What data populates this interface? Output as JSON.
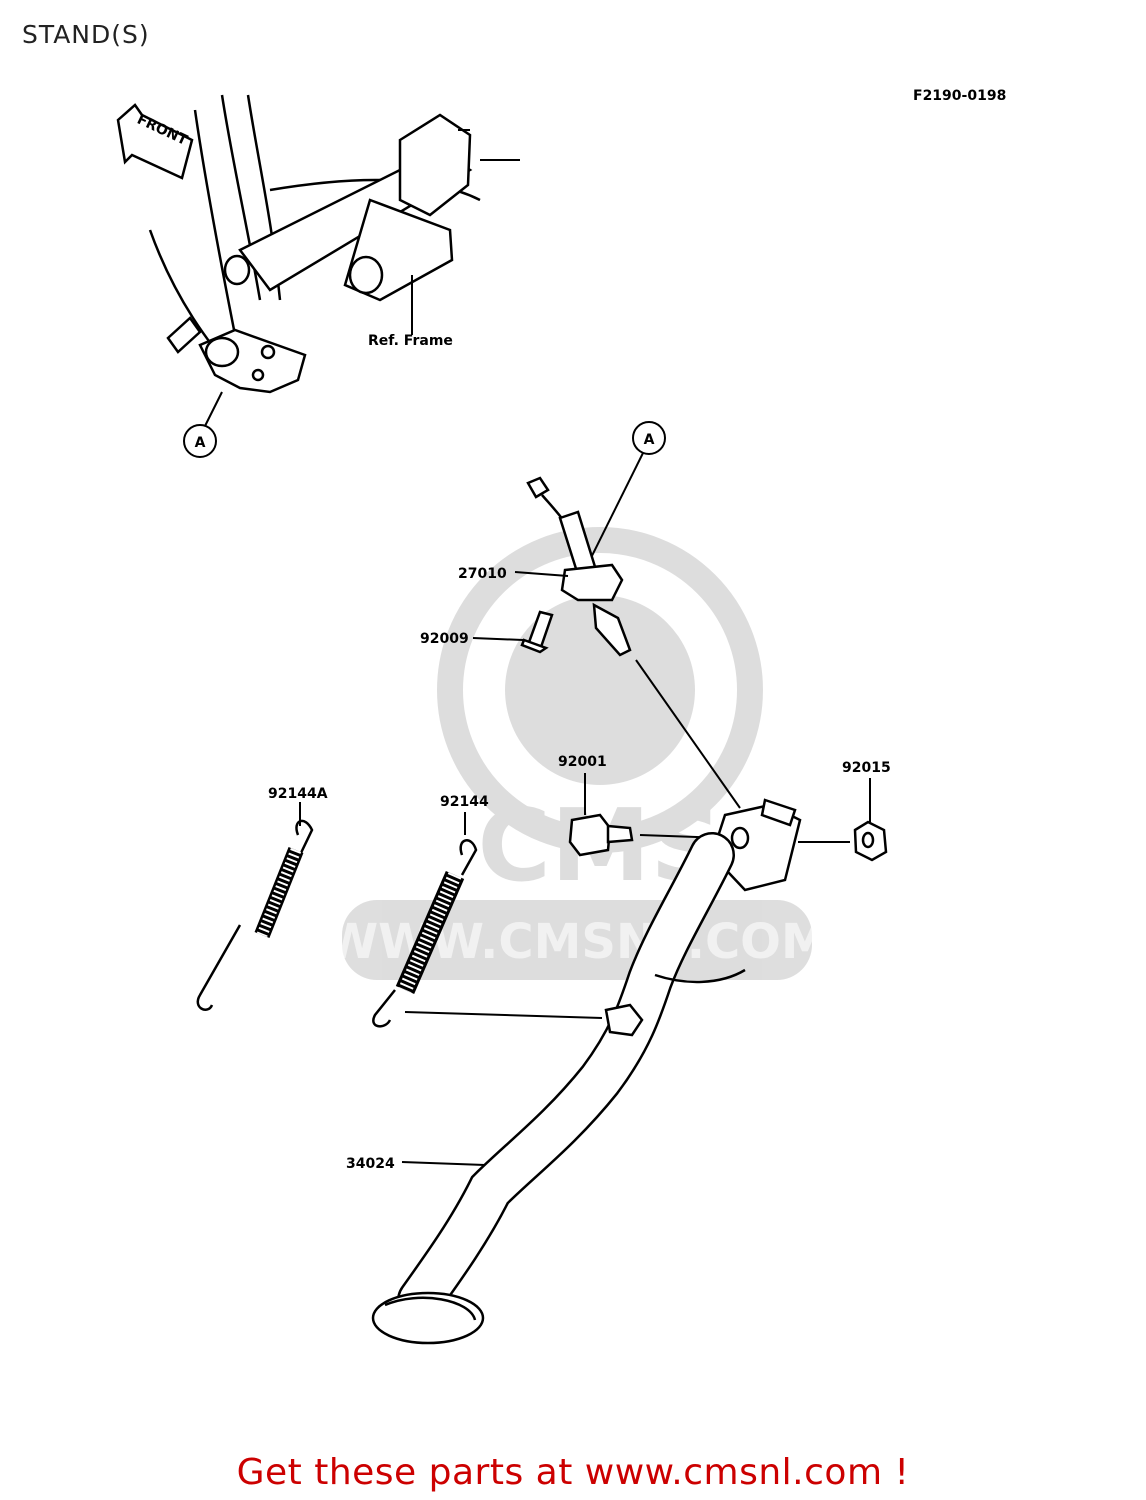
{
  "header": {
    "title": "STAND(S)",
    "figure_code": "F2190-0198"
  },
  "diagram": {
    "direction_arrow": "FRONT",
    "reference_label": "Ref. Frame",
    "callout_letter": "A",
    "part_numbers": {
      "p27010": "27010",
      "p92009": "92009",
      "p92001": "92001",
      "p92015": "92015",
      "p92144A": "92144A",
      "p92144": "92144",
      "p34024": "34024"
    },
    "watermark": {
      "logo_text": "CMS",
      "url": "WWW.CMSNL.COM"
    }
  },
  "footer": {
    "cta": "Get these parts at www.cmsnl.com !"
  }
}
